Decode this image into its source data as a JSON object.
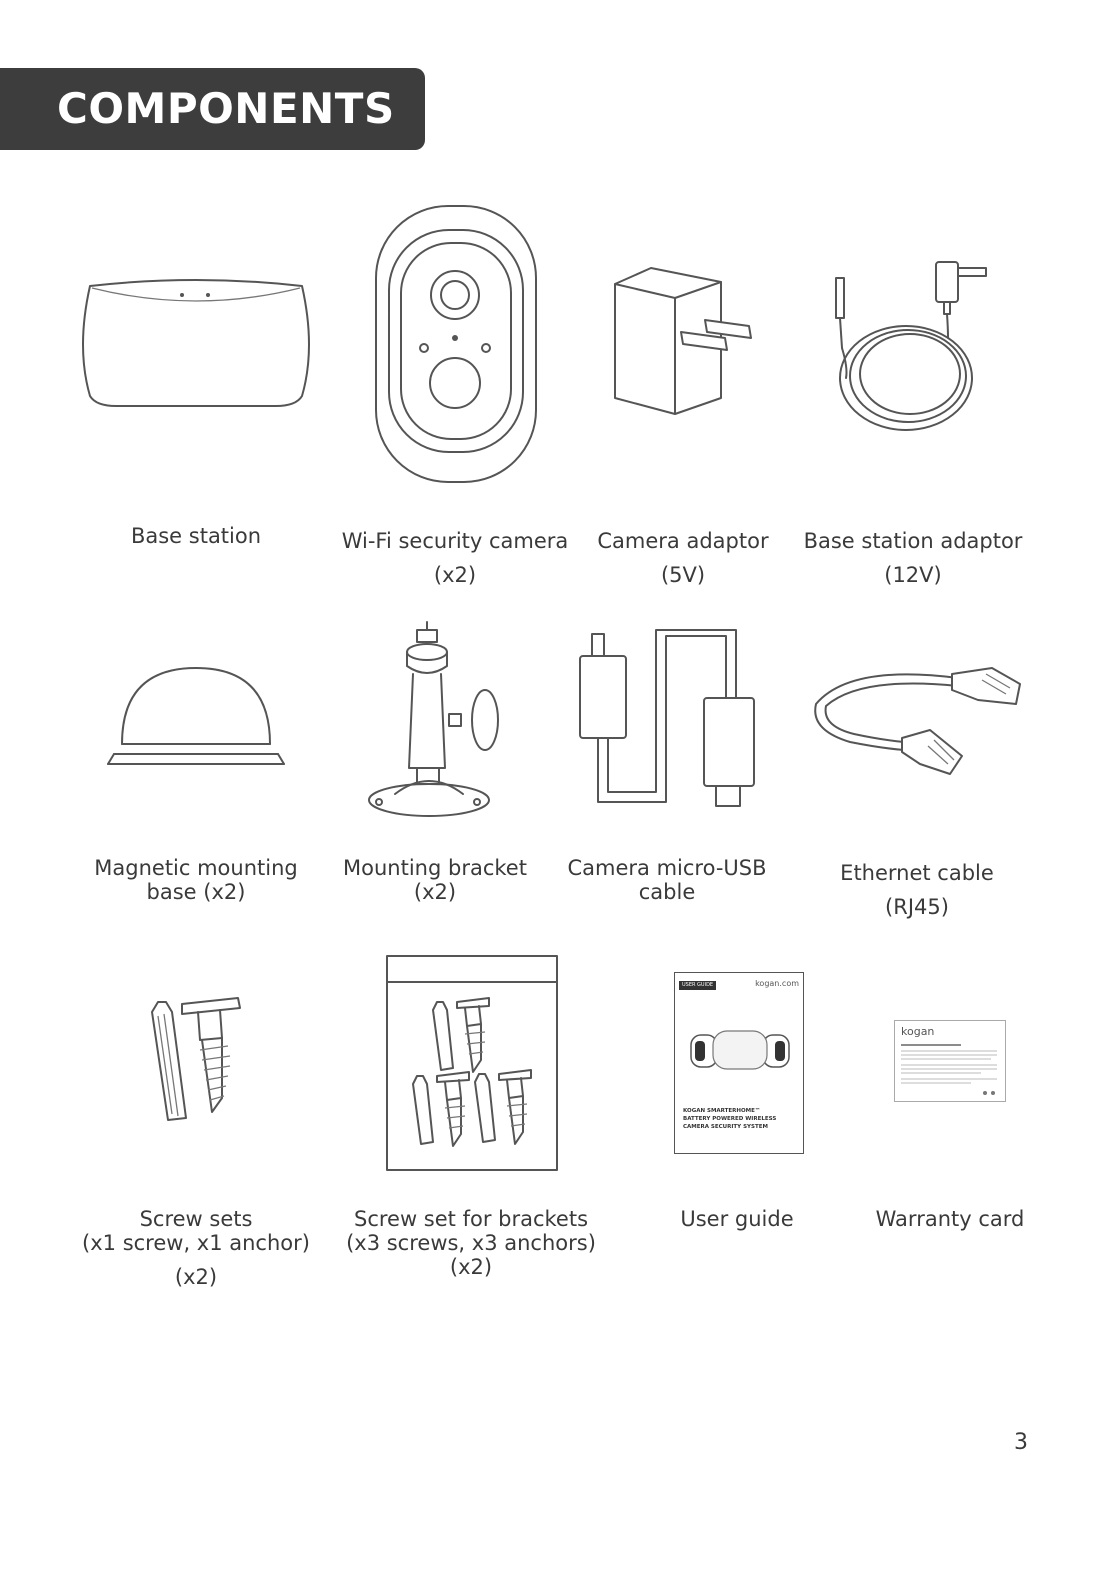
{
  "header": {
    "title": "COMPONENTS"
  },
  "components": [
    {
      "name": "base-station",
      "lines": [
        "Base station"
      ]
    },
    {
      "name": "wifi-camera",
      "lines": [
        "Wi-Fi security camera",
        "(x2)"
      ]
    },
    {
      "name": "camera-adaptor",
      "lines": [
        "Camera adaptor",
        "(5V)"
      ]
    },
    {
      "name": "base-station-adaptor",
      "lines": [
        "Base station adaptor",
        "(12V)"
      ]
    },
    {
      "name": "magnetic-mounting-base",
      "lines": [
        "Magnetic mounting",
        "base (x2)"
      ]
    },
    {
      "name": "mounting-bracket",
      "lines": [
        "Mounting bracket",
        "(x2)"
      ]
    },
    {
      "name": "micro-usb-cable",
      "lines": [
        "Camera micro-USB",
        "cable"
      ]
    },
    {
      "name": "ethernet-cable",
      "lines": [
        "Ethernet cable",
        "(RJ45)"
      ]
    },
    {
      "name": "screw-sets",
      "lines": [
        "Screw sets",
        "(x1 screw, x1 anchor)",
        "(x2)"
      ]
    },
    {
      "name": "screw-set-brackets",
      "lines": [
        "Screw set for brackets",
        "(x3 screws, x3 anchors)",
        "(x2)"
      ]
    },
    {
      "name": "user-guide",
      "lines": [
        "User guide"
      ]
    },
    {
      "name": "warranty-card",
      "lines": [
        "Warranty card"
      ]
    }
  ],
  "user_guide_cover": {
    "badge": "USER GUIDE",
    "brand": "kogan.com",
    "title_lines": [
      "KOGAN SMARTERHOME™",
      "BATTERY POWERED WIRELESS",
      "CAMERA SECURITY SYSTEM"
    ]
  },
  "warranty_card": {
    "brand": "kogan"
  },
  "page_number": "3"
}
